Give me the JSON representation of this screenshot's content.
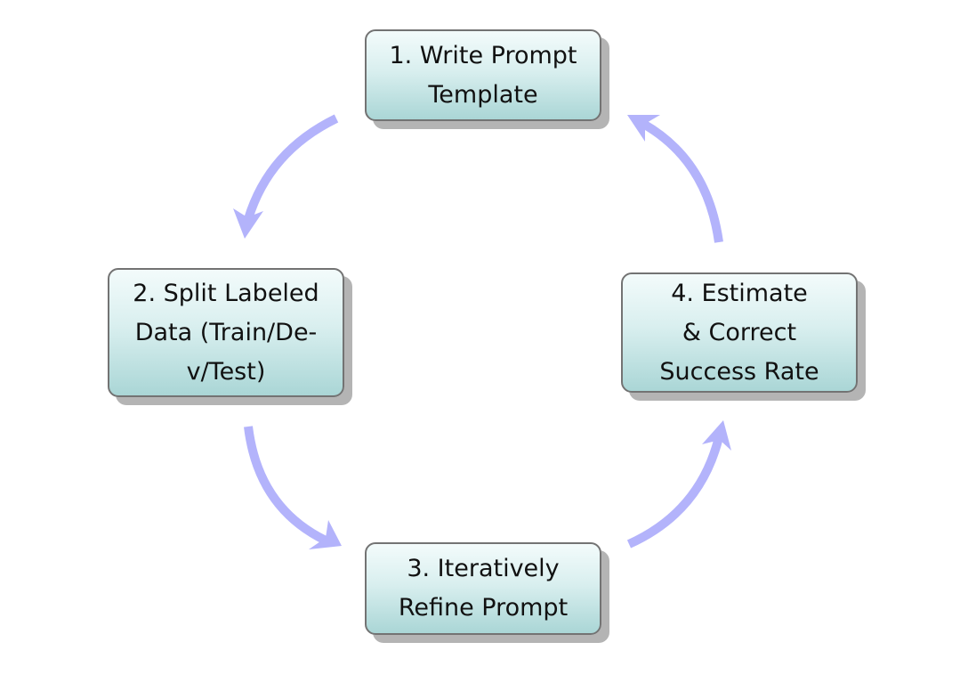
{
  "diagram": {
    "type": "cycle",
    "arrow_color": "#b3b3fb",
    "node_fill_top": "#f3fbfb",
    "node_fill_bottom": "#aad6d6",
    "node_border": "#737373",
    "nodes": [
      {
        "id": "step-1",
        "lines": [
          "1. Write Prompt",
          "Template"
        ]
      },
      {
        "id": "step-2",
        "lines": [
          "2. Split Labeled",
          "Data (Train/De-",
          "v/Test)"
        ]
      },
      {
        "id": "step-3",
        "lines": [
          "3. Iteratively",
          "Refine Prompt"
        ]
      },
      {
        "id": "step-4",
        "lines": [
          "4. Estimate",
          "& Correct",
          "Success Rate"
        ]
      }
    ],
    "edges": [
      {
        "from": "step-1",
        "to": "step-2"
      },
      {
        "from": "step-2",
        "to": "step-3"
      },
      {
        "from": "step-3",
        "to": "step-4"
      },
      {
        "from": "step-4",
        "to": "step-1"
      }
    ]
  }
}
